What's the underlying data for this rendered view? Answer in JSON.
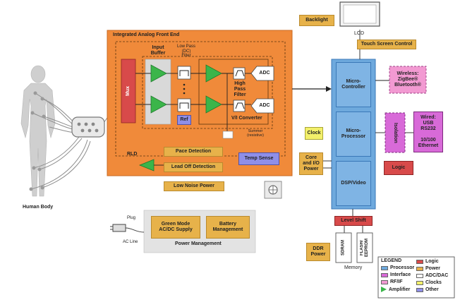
{
  "afe": {
    "title": "Integrated Analog Front End",
    "input_buffer": "Input\nBuffer",
    "low_pass": "Low Pass\n(DC)\nFilter",
    "high_pass": "High\nPass\nFilter",
    "vi_converter": "V/I Converter",
    "summer": "Summer\n(resistive)",
    "mux": "Mux",
    "ref": "Ref",
    "adc1": "ADC",
    "adc2": "ADC",
    "rld": "RLD",
    "pace": "Pace Detection",
    "lead_off": "Lead Off Detection",
    "temp": "Temp Sense",
    "low_noise": "Low Noise Power"
  },
  "human_body": "Human Body",
  "backlight": "Backlight",
  "lcd": "LCD",
  "touch": "Touch Screen Control",
  "clock": "Clock",
  "core_io": "Core\nand I/O\nPower",
  "micro_controller": "Micro-\nController",
  "micro_processor": "Micro-\nProcessor",
  "dsp_video": "DSP/Video",
  "level_shift": "Level Shift",
  "wireless": "Wireless:\nZigBee®\nBluetooth®",
  "isolation": "Isolation",
  "wired": "Wired:\nUSB\nRS232\n\n10/100\nEthernet",
  "logic": "Logic",
  "ddr_power": "DDR\nPower",
  "sdram": "SDRAM",
  "flash": "FLASH/\nEEPROM",
  "memory": "Memory",
  "power_mgmt": {
    "green": "Green Mode\nAC/DC Supply",
    "battery": "Battery\nManagement",
    "title": "Power Management",
    "plug": "Plug",
    "ac_line": "AC Line"
  },
  "legend": {
    "title": "LEGEND",
    "items": [
      {
        "label": "Processor",
        "color": "#6ea9dd"
      },
      {
        "label": "Logic",
        "color": "#d84a4a"
      },
      {
        "label": "Interface",
        "color": "#d86ad8"
      },
      {
        "label": "Power",
        "color": "#e7b24a"
      },
      {
        "label": "RF/IF",
        "color": "#f29ad2"
      },
      {
        "label": "ADC/DAC",
        "color": "#ffffff"
      },
      {
        "label": "Amplifier",
        "color": "#3bb54a"
      },
      {
        "label": "Clocks",
        "color": "#f3f06a"
      },
      {
        "label": "Other",
        "color": "#8f8fe8"
      }
    ]
  },
  "colors": {
    "afe_orange": "#f08a3a",
    "processor_blue": "#6ea9dd",
    "power_tan": "#e7b24a",
    "logic_red": "#d84a4a",
    "interface_magenta": "#d86ad8",
    "rf_pink": "#f29ad2",
    "amplifier_green": "#3bb54a",
    "clock_yellow": "#f3f06a",
    "other_purple": "#8f8fe8"
  }
}
